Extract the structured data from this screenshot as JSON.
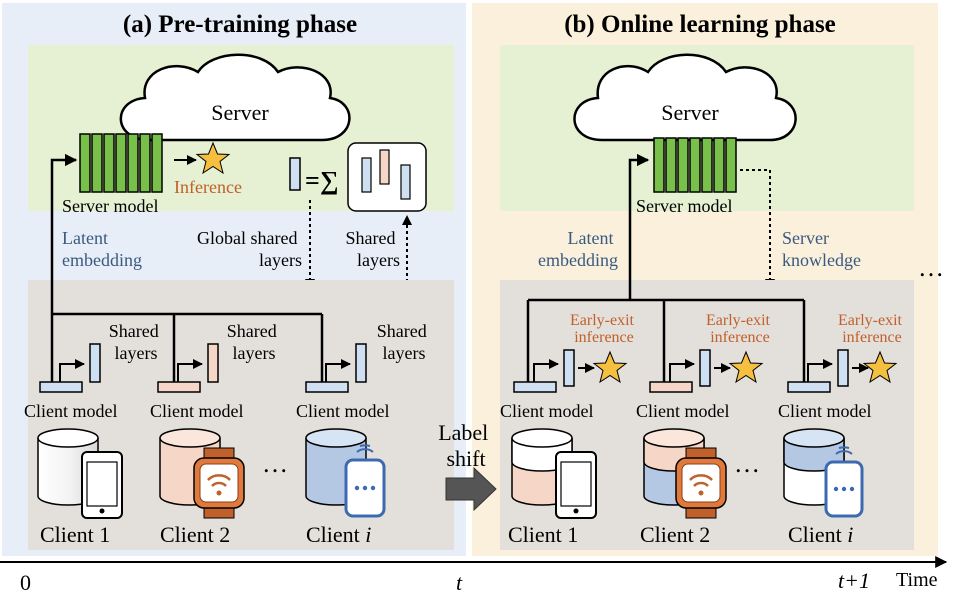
{
  "colors": {
    "left_panel_bg": "#e8eef8",
    "right_panel_bg": "#faf0dc",
    "server_zone_bg": "#e6f0d2",
    "client_zone_bg": "#e3e0dc",
    "server_block_green": "#78c04a",
    "client_blue": "#cfe0f2",
    "client_peach": "#f6d6c6",
    "accent_orange": "#c0602a",
    "star_gold": "#f5c040",
    "latent_text_blue": "#3a5a80"
  },
  "pretraining": {
    "title": "(a) Pre-training phase",
    "server_label": "Server",
    "server_model_label": "Server model",
    "inference_label": "Inference",
    "equals_sigma": "=∑",
    "latent_line1": "Latent",
    "latent_line2": "embedding",
    "global_line1": "Global shared",
    "global_line2": "layers",
    "shared_right_line1": "Shared",
    "shared_right_line2": "layers",
    "clients": [
      {
        "shared_line1": "Shared",
        "shared_line2": "layers",
        "model_label": "Client model",
        "name": "Client 1"
      },
      {
        "shared_line1": "Shared",
        "shared_line2": "layers",
        "model_label": "Client model",
        "name": "Client 2"
      },
      {
        "shared_line1": "Shared",
        "shared_line2": "layers",
        "model_label": "Client model",
        "name": "Client ",
        "name_italic": "i"
      }
    ],
    "ellipsis": "…"
  },
  "label_shift": {
    "line1": "Label",
    "line2": "shift"
  },
  "online": {
    "title": "(b) Online learning phase",
    "server_label": "Server",
    "server_model_label": "Server model",
    "latent_line1": "Latent",
    "latent_line2": "embedding",
    "knowledge_line1": "Server",
    "knowledge_line2": "knowledge",
    "clients": [
      {
        "exit_line1": "Early-exit",
        "exit_line2": "inference",
        "model_label": "Client model",
        "name": "Client 1"
      },
      {
        "exit_line1": "Early-exit",
        "exit_line2": "inference",
        "model_label": "Client model",
        "name": "Client 2"
      },
      {
        "exit_line1": "Early-exit",
        "exit_line2": "inference",
        "model_label": "Client model",
        "name": "Client ",
        "name_italic": "i"
      }
    ],
    "ellipsis": "…",
    "trailing_ellipsis": "…"
  },
  "timeline": {
    "start": "0",
    "t": "t",
    "t_plus_1": "t+1",
    "time_label": "Time"
  }
}
